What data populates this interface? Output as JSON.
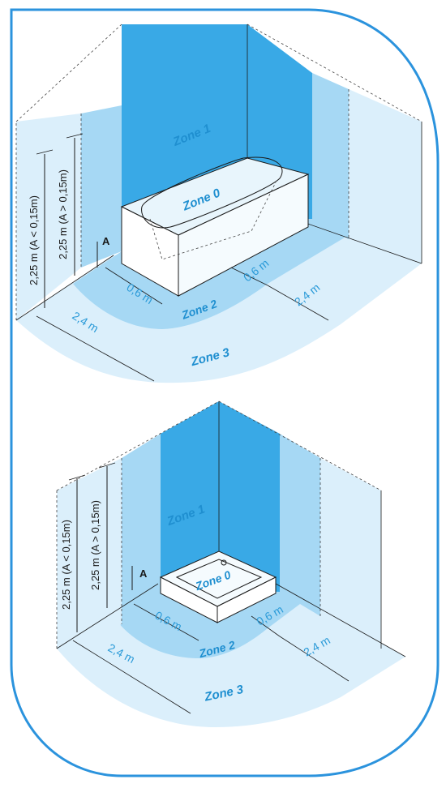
{
  "colors": {
    "frame": "#2b93dd",
    "zone1": "#39a9e6",
    "zone2": "#a6d8f4",
    "zone3": "#dbeffb",
    "label": "#1f8fd0"
  },
  "diagrams": [
    {
      "id": "bathtub",
      "zone0": "Zone 0",
      "zone1": "Zone 1",
      "zone2": "Zone 2",
      "zone3": "Zone 3",
      "height_a_small": "2,25 m (A < 0,15m)",
      "height_a_large": "2,25 m (A > 0,15m)",
      "dim_a": "A",
      "dim_06_left": "0,6 m",
      "dim_06_right": "0,6 m",
      "dim_24_left": "2,4 m",
      "dim_24_right": "2,4 m"
    },
    {
      "id": "shower",
      "zone0": "Zone 0",
      "zone1": "Zone 1",
      "zone2": "Zone 2",
      "zone3": "Zone 3",
      "height_a_small": "2,25 m (A < 0,15m)",
      "height_a_large": "2,25 m (A > 0,15m)",
      "dim_a": "A",
      "dim_06_left": "0,6 m",
      "dim_06_right": "0,6 m",
      "dim_24_left": "2,4 m",
      "dim_24_right": "2,4 m"
    }
  ]
}
